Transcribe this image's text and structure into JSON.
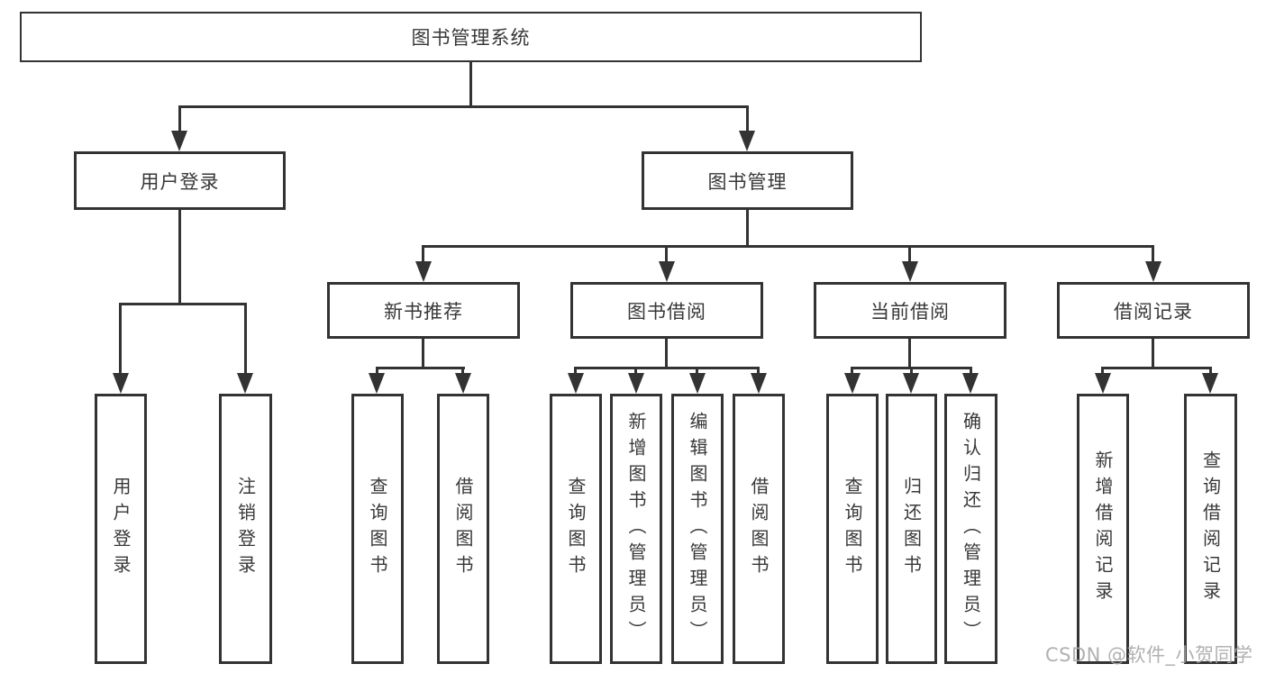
{
  "tree": {
    "root": "图书管理系统",
    "level2": [
      "用户登录",
      "图书管理"
    ],
    "level3": [
      "新书推荐",
      "图书借阅",
      "当前借阅",
      "借阅记录"
    ],
    "leaves": {
      "user_login": [
        "用户登录",
        "注销登录"
      ],
      "new_book_recommend": [
        "查询图书",
        "借阅图书"
      ],
      "book_borrow": [
        "查询图书",
        "新增图书（管理员）",
        "编辑图书（管理员）",
        "借阅图书"
      ],
      "current_borrow": [
        "查询图书",
        "归还图书",
        "确认归还（管理员）"
      ],
      "borrow_records": [
        "新增借阅记录",
        "查询借阅记录"
      ]
    }
  },
  "watermark": "CSDN @软件_小贺同学",
  "colors": {
    "line": "#333333",
    "text": "#383838",
    "background": "#ffffff",
    "watermark": "#a8a8a8"
  }
}
